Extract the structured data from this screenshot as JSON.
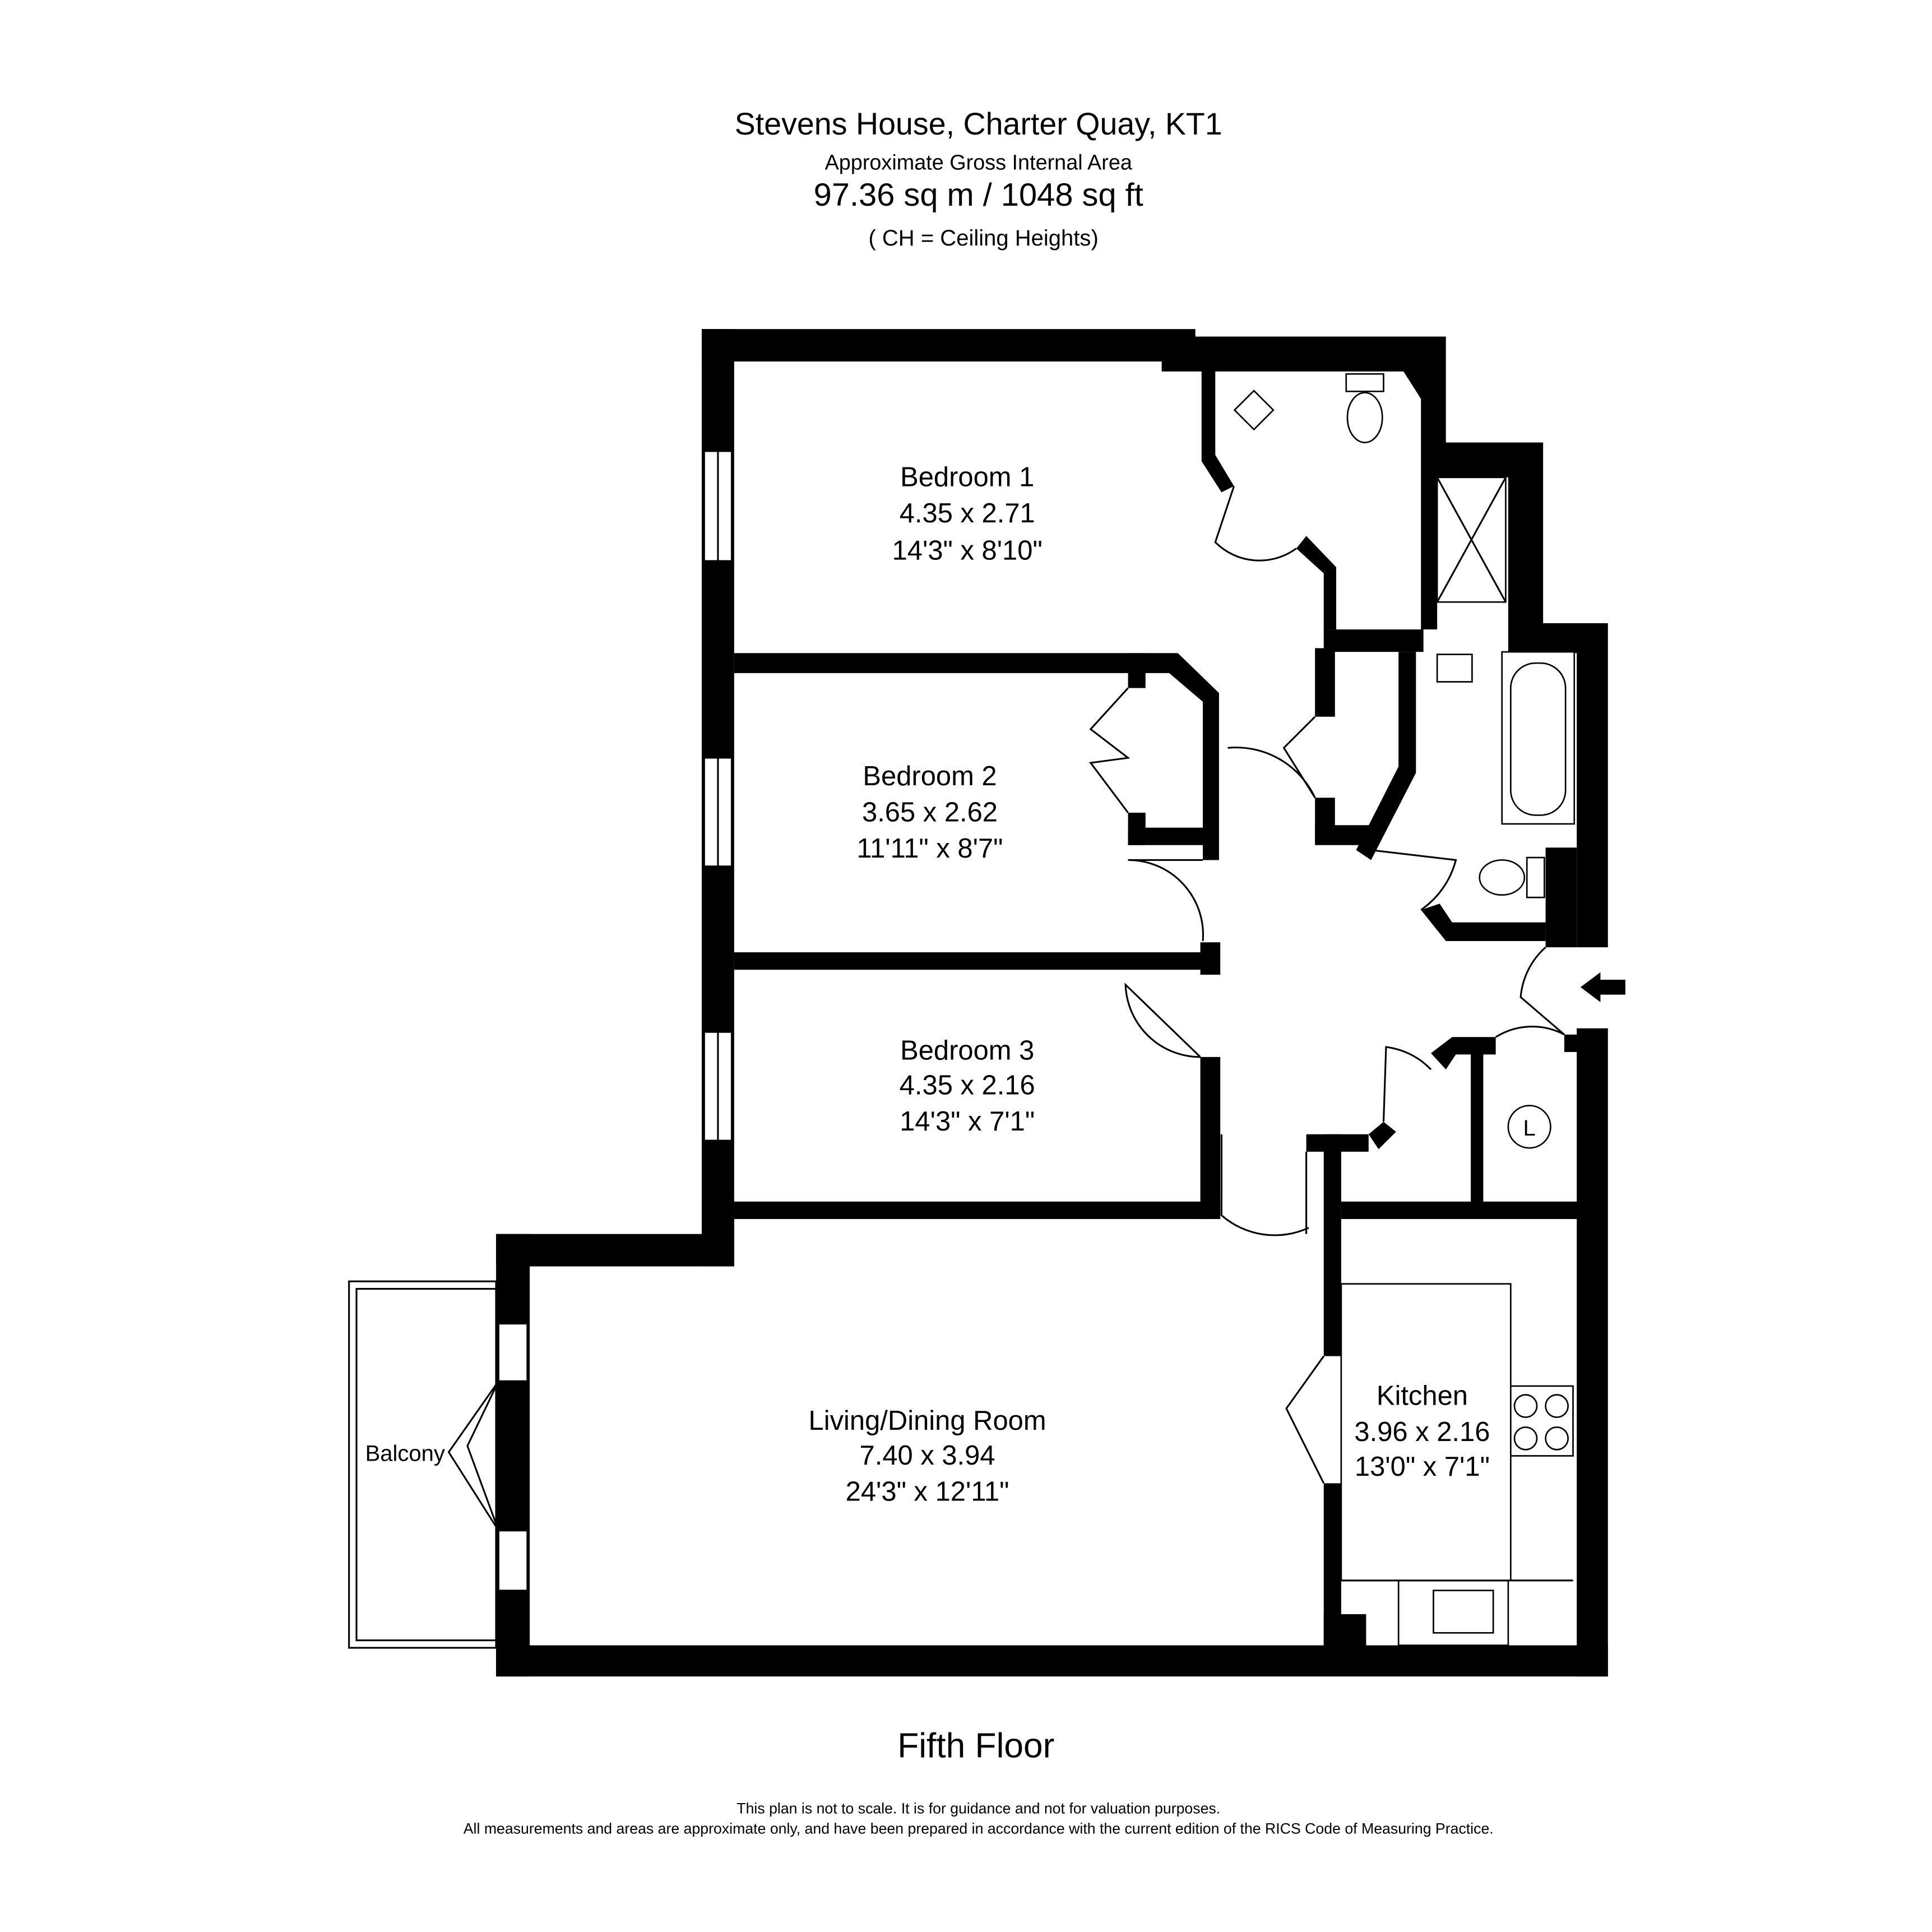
{
  "header": {
    "title": "Stevens House, Charter Quay, KT1",
    "subtitle": "Approximate Gross Internal Area",
    "area": "97.36 sq m /  1048 sq ft",
    "note": "( CH = Ceiling Heights)"
  },
  "rooms": [
    {
      "name": "Bedroom 1",
      "metric": "4.35 x 2.71",
      "imperial": "14'3\" x 8'10\""
    },
    {
      "name": "Bedroom 2",
      "metric": "3.65 x 2.62",
      "imperial": "11'11\" x 8'7\""
    },
    {
      "name": "Bedroom 3",
      "metric": "4.35 x 2.16",
      "imperial": "14'3\" x 7'1\""
    },
    {
      "name": "Living/Dining Room",
      "metric": "7.40 x 3.94",
      "imperial": "24'3\" x 12'11\""
    },
    {
      "name": "Kitchen",
      "metric": "3.96 x 2.16",
      "imperial": "13'0\" x 7'1\""
    }
  ],
  "balcony_label": "Balcony",
  "cupboard_label": "L",
  "floor_label": "Fifth Floor",
  "footer": {
    "line1": "This plan is not to scale. It is for guidance and not for valuation purposes.",
    "line2": "All measurements and areas are approximate only, and have been prepared in accordance with the current edition of the RICS Code of Measuring Practice."
  }
}
